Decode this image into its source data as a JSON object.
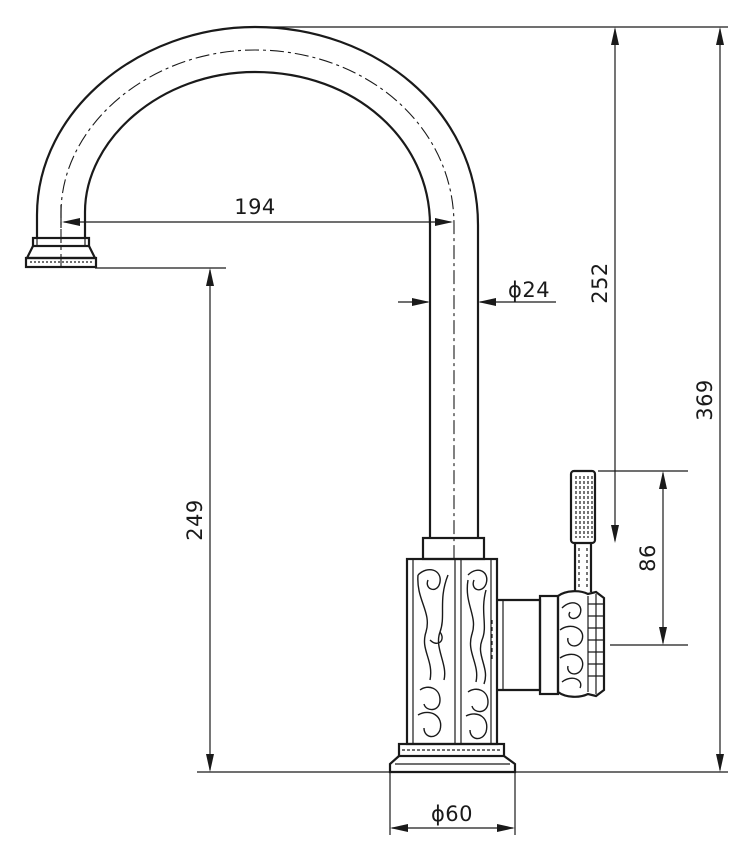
{
  "dimensions": {
    "spout_reach": "194",
    "pipe_diameter": "ϕ24",
    "spout_height": "252",
    "total_height": "369",
    "outlet_height": "249",
    "lever_height": "86",
    "base_diameter": "ϕ60"
  },
  "colors": {
    "line": "#1a1a1a",
    "background": "#ffffff"
  }
}
